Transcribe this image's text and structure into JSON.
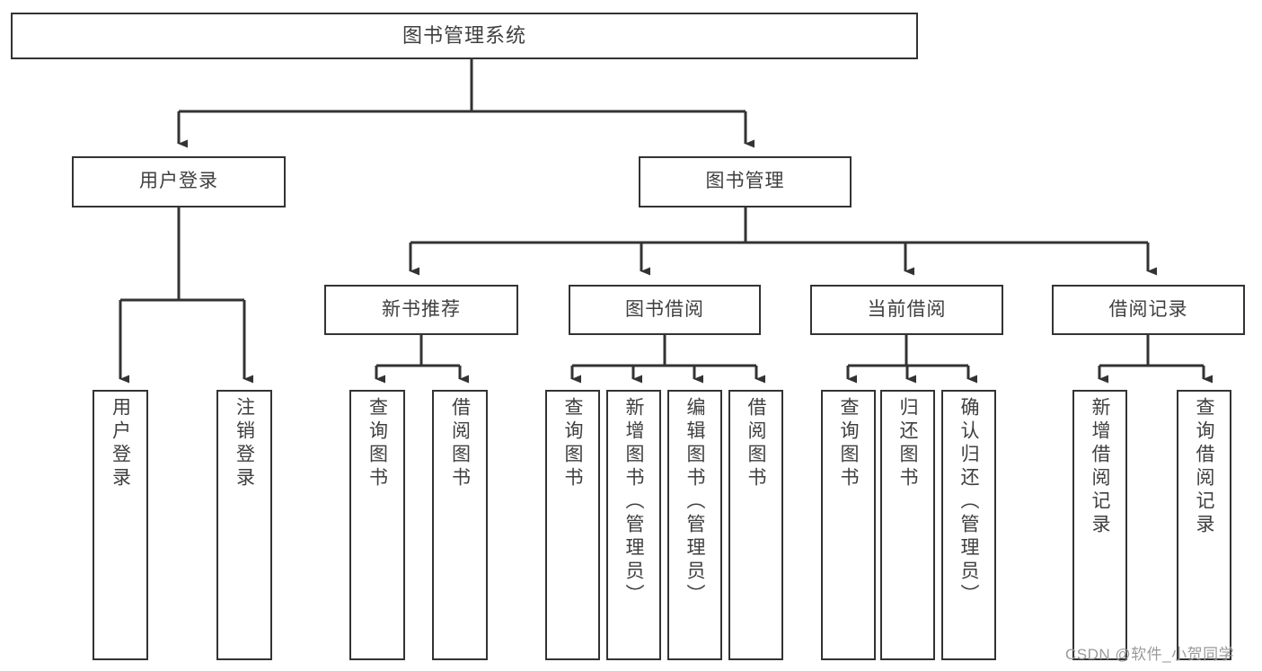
{
  "diagram": {
    "title": "图书管理系统",
    "type": "tree-hierarchy",
    "watermark": "CSDN @软件_小贺同学",
    "stroke_color": "#333333",
    "text_color": "#3f3f3f",
    "background_color": "#ffffff",
    "nodes": {
      "root": {
        "label": "图书管理系统"
      },
      "level1": [
        {
          "id": "user-login",
          "label": "用户登录"
        },
        {
          "id": "book-manage",
          "label": "图书管理"
        }
      ],
      "level2": [
        {
          "id": "new-book-recommend",
          "label": "新书推荐"
        },
        {
          "id": "book-borrow",
          "label": "图书借阅"
        },
        {
          "id": "current-borrow",
          "label": "当前借阅"
        },
        {
          "id": "borrow-record",
          "label": "借阅记录"
        }
      ],
      "leaves": {
        "user_login": [
          {
            "id": "leaf-user-login",
            "label": "用户登录"
          },
          {
            "id": "leaf-user-logout",
            "label": "注销登录"
          }
        ],
        "new_book_recommend": [
          {
            "id": "leaf-query-book-1",
            "label": "查询图书"
          },
          {
            "id": "leaf-borrow-book-1",
            "label": "借阅图书"
          }
        ],
        "book_borrow": [
          {
            "id": "leaf-query-book-2",
            "label": "查询图书"
          },
          {
            "id": "leaf-add-book",
            "label": "新增图书（管理员）"
          },
          {
            "id": "leaf-edit-book",
            "label": "编辑图书（管理员）"
          },
          {
            "id": "leaf-borrow-book-2",
            "label": "借阅图书"
          }
        ],
        "current_borrow": [
          {
            "id": "leaf-query-book-3",
            "label": "查询图书"
          },
          {
            "id": "leaf-return-book",
            "label": "归还图书"
          },
          {
            "id": "leaf-confirm-return",
            "label": "确认归还（管理员）"
          }
        ],
        "borrow_record": [
          {
            "id": "leaf-add-record",
            "label": "新增借阅记录"
          },
          {
            "id": "leaf-query-record",
            "label": "查询借阅记录"
          }
        ]
      }
    }
  }
}
